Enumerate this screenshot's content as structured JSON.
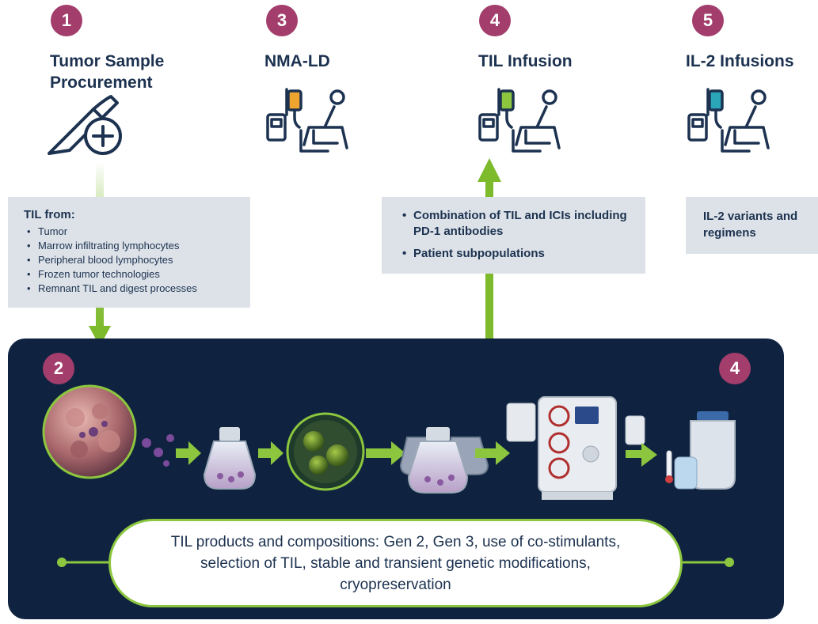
{
  "steps": [
    {
      "number": "1",
      "title": "Tumor Sample\nProcurement",
      "icon": "scalpel-icon"
    },
    {
      "number": "3",
      "title": "NMA-LD",
      "icon": "infusion-chair-icon"
    },
    {
      "number": "4",
      "title": "TIL Infusion",
      "icon": "infusion-chair-icon"
    },
    {
      "number": "5",
      "title": "IL-2 Infusions",
      "icon": "infusion-chair-icon"
    }
  ],
  "til_sources": {
    "title": "TIL from:",
    "items": [
      "Tumor",
      "Marrow infiltrating lymphocytes",
      "Peripheral blood lymphocytes",
      "Frozen tumor technologies",
      "Remnant TIL and digest processes"
    ]
  },
  "til_infusion_box": {
    "items": [
      "Combination of TIL and ICIs including PD-1 antibodies",
      "Patient subpopulations"
    ]
  },
  "il2_box": {
    "text": "IL-2 variants and regimens"
  },
  "manufacturing": {
    "badge_left": "2",
    "badge_right": "4",
    "caption": "TIL products and compositions: Gen 2, Gen 3, use of co-stimulants, selection of TIL, stable and transient genetic modifications, cryopreservation"
  },
  "colors": {
    "badge": "#a23d6c",
    "title": "#1c3250",
    "box": "#dde2e8",
    "panel": "#0f2340",
    "arrow_green": "#7dba2c",
    "bag_orange": "#f0a430",
    "bag_green": "#8cc63f",
    "bag_teal": "#2aa6b8"
  }
}
